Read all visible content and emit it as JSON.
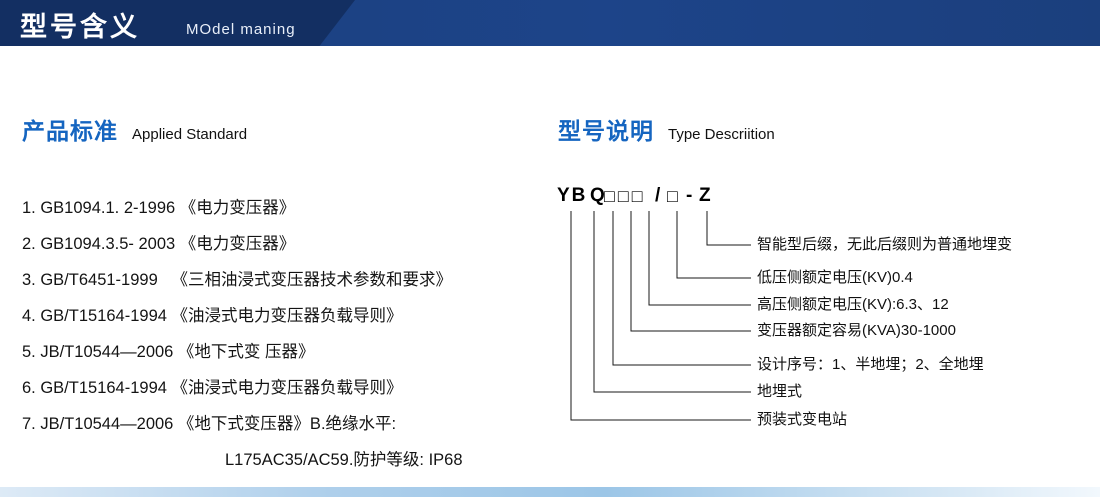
{
  "header": {
    "title": "型号含义",
    "subtitle": "MOdel maning"
  },
  "left": {
    "heading_zh": "产品标准",
    "heading_en": "Applied Standard",
    "items": [
      "1. GB1094.1. 2-1996 《电力变压器》",
      "2. GB1094.3.5- 2003 《电力变压器》",
      "3. GB/T6451-1999   《三相油浸式变压器技术参数和要求》",
      "4. GB/T15164-1994 《油浸式电力变压器负载导则》",
      "5. JB/T10544—2006 《地下式变 压器》",
      "6. GB/T15164-1994 《油浸式电力变压器负载导则》",
      "7. JB/T10544—2006 《地下式变压器》B.绝缘水平:",
      "L175AC35/AC59.防护等级: IP68"
    ]
  },
  "right": {
    "heading_zh": "型号说明",
    "heading_en": "Type Descriition",
    "code": {
      "yb": "YB",
      "q": "Q",
      "boxes": "□□□",
      "slash": "/",
      "box": "□",
      "dash": "-",
      "z": "Z"
    },
    "labels": [
      "智能型后缀，无此后缀则为普通地埋变",
      "低压侧额定电压(KV)0.4",
      "高压侧额定电压(KV):6.3、12",
      "变压器额定容易(KVA)30-1000",
      "设计序号：1、半地埋；2、全地埋",
      "地埋式",
      "预装式变电站"
    ]
  },
  "colors": {
    "banner_navy": "#1d4489",
    "banner_navy_dark": "#132f62",
    "heading_blue": "#1565c0",
    "bottom_band_blue": "#9cc6e7"
  }
}
